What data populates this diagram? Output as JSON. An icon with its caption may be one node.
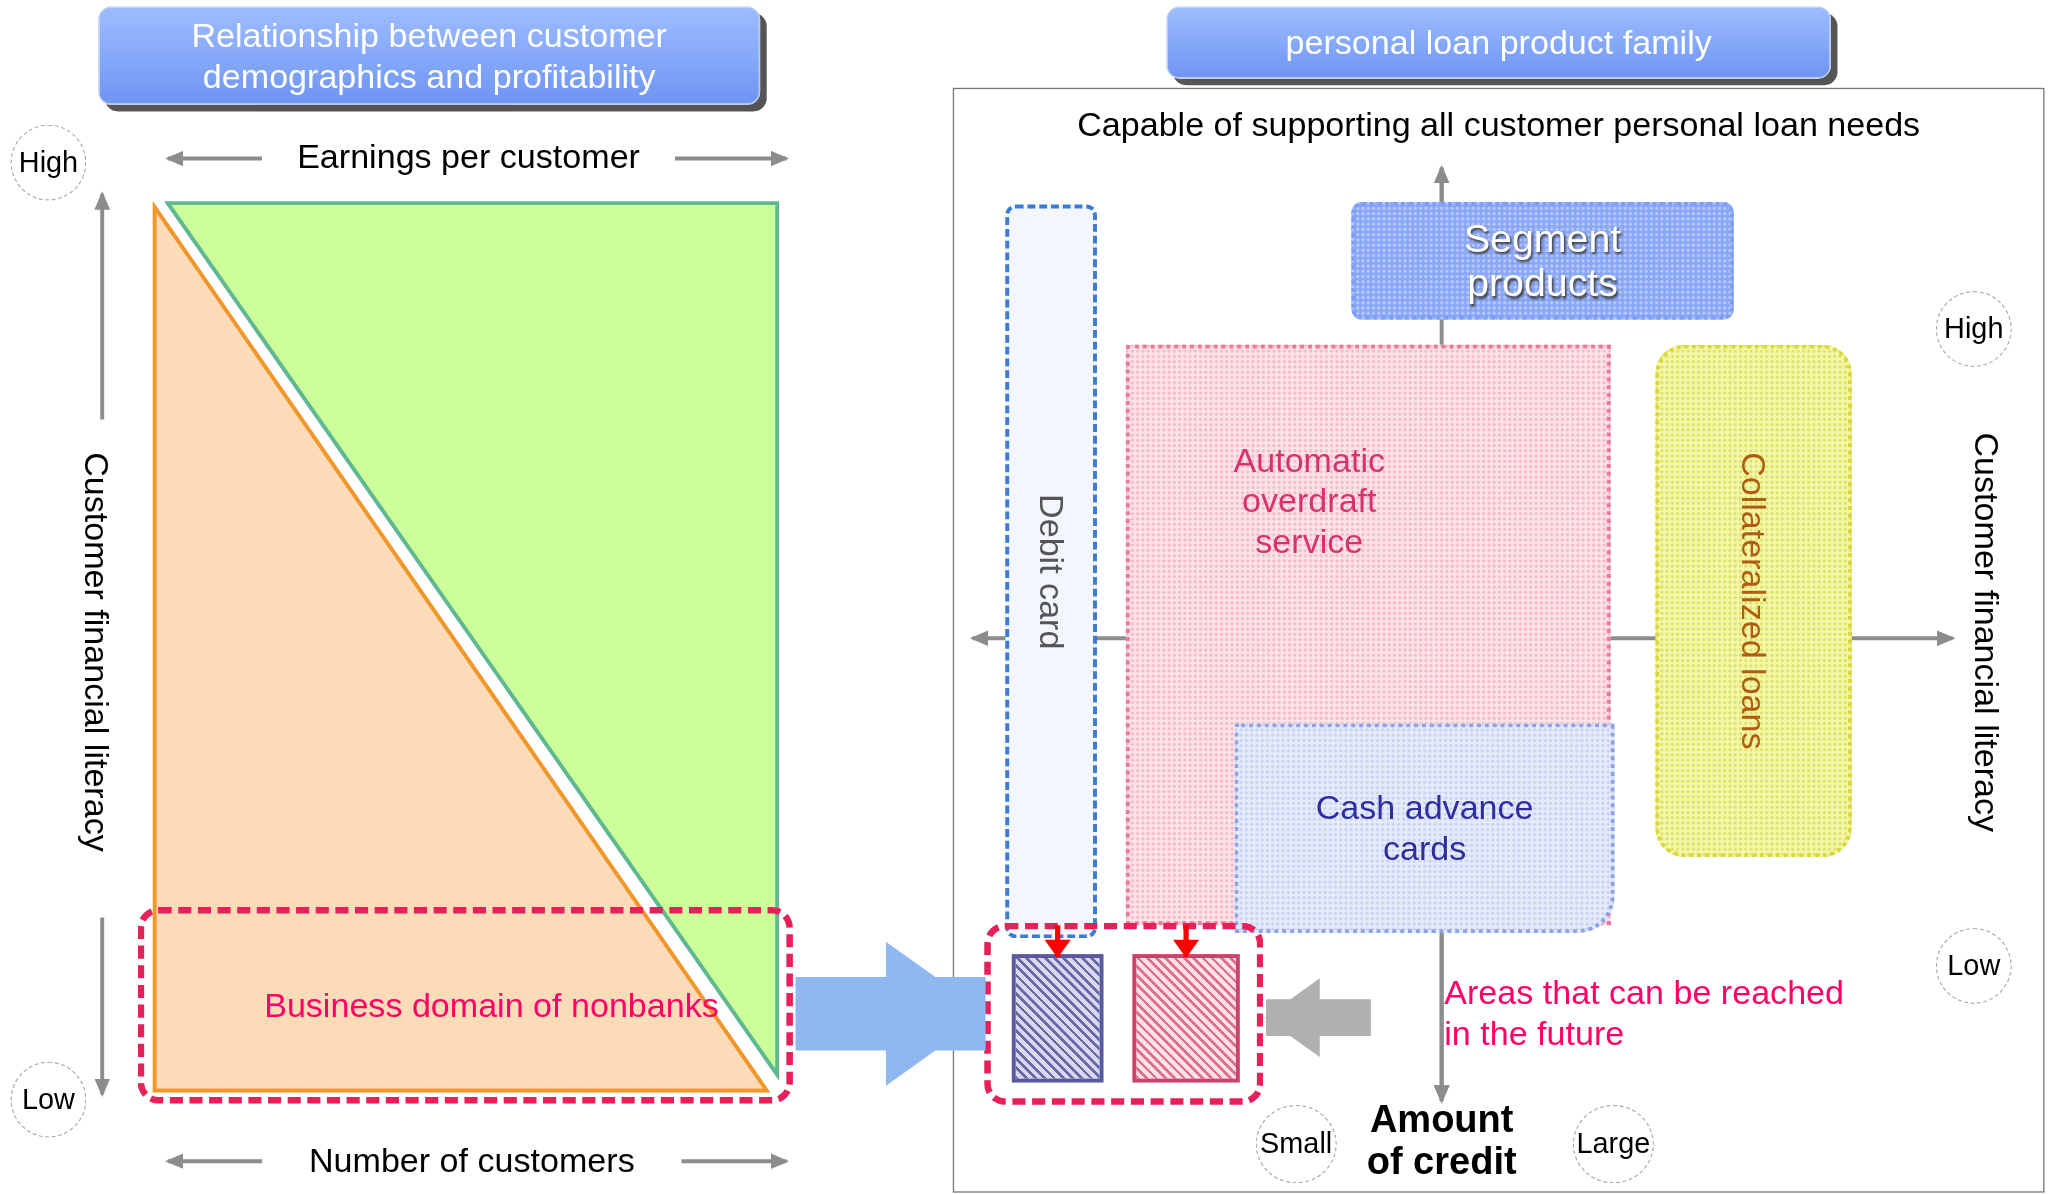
{
  "diagram": {
    "nodes": [
      {
        "text": [
          "Relationship between customer demographics and profitability"
        ]
      },
      {
        "text": [
          "Business domain of nonbanks"
        ]
      },
      {
        "text": [
          "personal loan product family"
        ]
      },
      {
        "text": [
          "Capable of supporting all customer personal loan needs"
        ]
      },
      {
        "text": [
          "Debit card"
        ],
        "in": 3
      },
      {
        "text": [
          "Segment products"
        ],
        "in": 3
      },
      {
        "text": [
          "Automatic overdraft service"
        ],
        "in": 3
      },
      {
        "text": [
          "Cash advance cards"
        ],
        "in": 6
      },
      {
        "text": [
          "Collateralized loans"
        ],
        "in": 3
      },
      {
        "text": [],
        "shape": "box",
        "in": 3
      },
      {
        "text": [],
        "shape": "box",
        "in": 9
      },
      {
        "text": [],
        "shape": "box",
        "in": 9
      }
    ],
    "edges": [
      {
        "from": 1,
        "to": 9,
        "arrow": "to",
        "style": "thick",
        "color": "#8fb8f0"
      },
      {
        "from": null,
        "to": 9,
        "arrow": "to",
        "style": "thick",
        "color": "#b0b0b0"
      },
      {
        "from": 4,
        "to": 10,
        "arrow": "to",
        "color": "#ff0000"
      },
      {
        "from": 6,
        "to": 11,
        "arrow": "to",
        "color": "#ff0000"
      }
    ],
    "labels": [
      "High",
      "Earnings per customer",
      "Customer financial literacy",
      "Low",
      "Number of customers",
      "High",
      "Customer financial literacy",
      "Low",
      "Small",
      "Amount of credit",
      "Large",
      "Areas that can be reached in the future"
    ]
  }
}
